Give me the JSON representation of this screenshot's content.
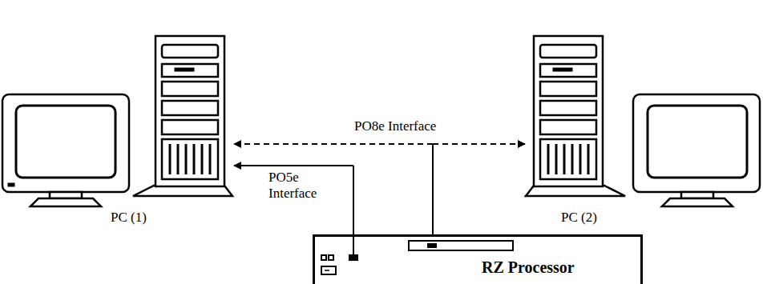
{
  "diagram": {
    "nodes": [
      {
        "text": [
          "PC (1)"
        ]
      },
      {
        "text": [
          "PC (2)"
        ]
      },
      {
        "text": [
          "RZ Processor"
        ]
      }
    ],
    "edges": [
      {
        "from": 2,
        "to": 0,
        "arrow": "to",
        "label": "PO8e Interface"
      },
      {
        "from": 2,
        "to": 1,
        "arrow": "to"
      },
      {
        "from": 2,
        "to": 0,
        "arrow": "to",
        "label": "PO5e Interface"
      }
    ]
  }
}
